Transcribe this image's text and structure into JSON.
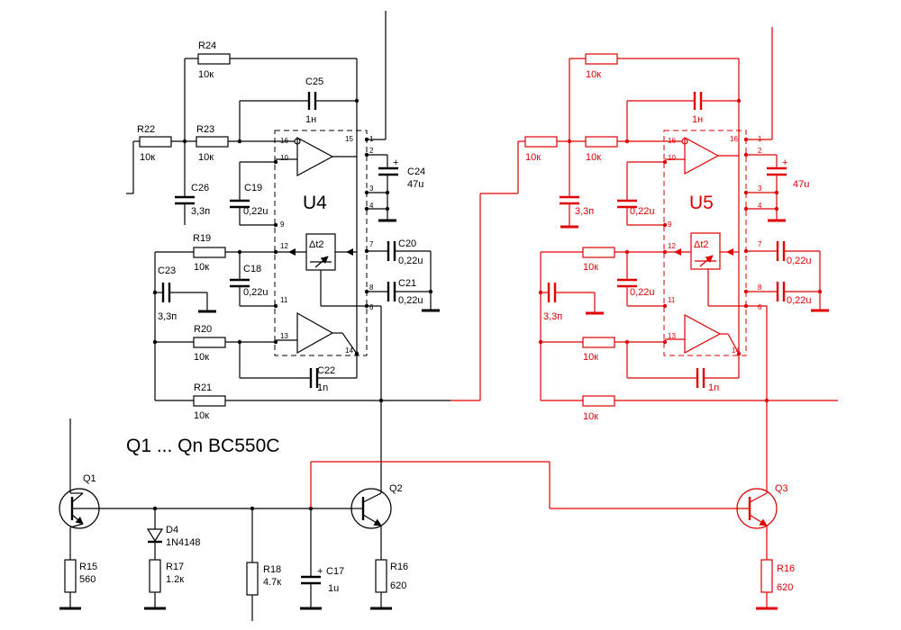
{
  "title": "Q1 ... Qn BC550C",
  "ics": [
    {
      "ref": "U4",
      "color": "#000000"
    },
    {
      "ref": "U5",
      "color": "#e00000"
    }
  ],
  "delay_symbol": "Δt2",
  "pins": {
    "p1": "1",
    "p2": "2",
    "p3": "3",
    "p4": "4",
    "p6": "6",
    "p7": "7",
    "p8": "8",
    "p9": "9",
    "p10": "10",
    "p11": "11",
    "p12": "12",
    "p13": "13",
    "p14": "14",
    "p15": "15",
    "p16": "16"
  },
  "u4": {
    "r24": {
      "ref": "R24",
      "value": "10к"
    },
    "r22": {
      "ref": "R22",
      "value": "10к"
    },
    "r23": {
      "ref": "R23",
      "value": "10к"
    },
    "r19": {
      "ref": "R19",
      "value": "10к"
    },
    "r20": {
      "ref": "R20",
      "value": "10к"
    },
    "r21": {
      "ref": "R21",
      "value": "10к"
    },
    "c25": {
      "ref": "C25",
      "value": "1н"
    },
    "c26": {
      "ref": "C26",
      "value": "3,3п"
    },
    "c19": {
      "ref": "C19",
      "value": "0,22u"
    },
    "c18": {
      "ref": "C18",
      "value": "0,22u"
    },
    "c23": {
      "ref": "C23",
      "value": "3,3п"
    },
    "c22": {
      "ref": "C22",
      "value": "1n"
    },
    "c24": {
      "ref": "C24",
      "value": "47u"
    },
    "c20": {
      "ref": "C20",
      "value": "0,22u"
    },
    "c21": {
      "ref": "C21",
      "value": "0,22u"
    }
  },
  "u5": {
    "r_top": "10к",
    "r_in1": "10к",
    "r_in2": "10к",
    "r_mid": "10к",
    "r_low": "10к",
    "r_bot": "10к",
    "c_top": "1н",
    "c_in": "3,3п",
    "c_b1": "0,22u",
    "c_b2": "0,22u",
    "c_left": "3,3п",
    "c_low": "1n",
    "c_sup": "47u",
    "c_r1": "0,22u",
    "c_r2": "0,22u"
  },
  "bottom": {
    "q1": "Q1",
    "q2": "Q2",
    "q3": "Q3",
    "d4": {
      "ref": "D4",
      "value": "1N4148"
    },
    "r15": {
      "ref": "R15",
      "value": "560"
    },
    "r17": {
      "ref": "R17",
      "value": "1.2к"
    },
    "r18": {
      "ref": "R18",
      "value": "4.7к"
    },
    "c17": {
      "ref": "C17",
      "value": "1u"
    },
    "r16": {
      "ref": "R16",
      "value": "620"
    },
    "r16b": {
      "ref": "R16",
      "value": "620"
    }
  }
}
